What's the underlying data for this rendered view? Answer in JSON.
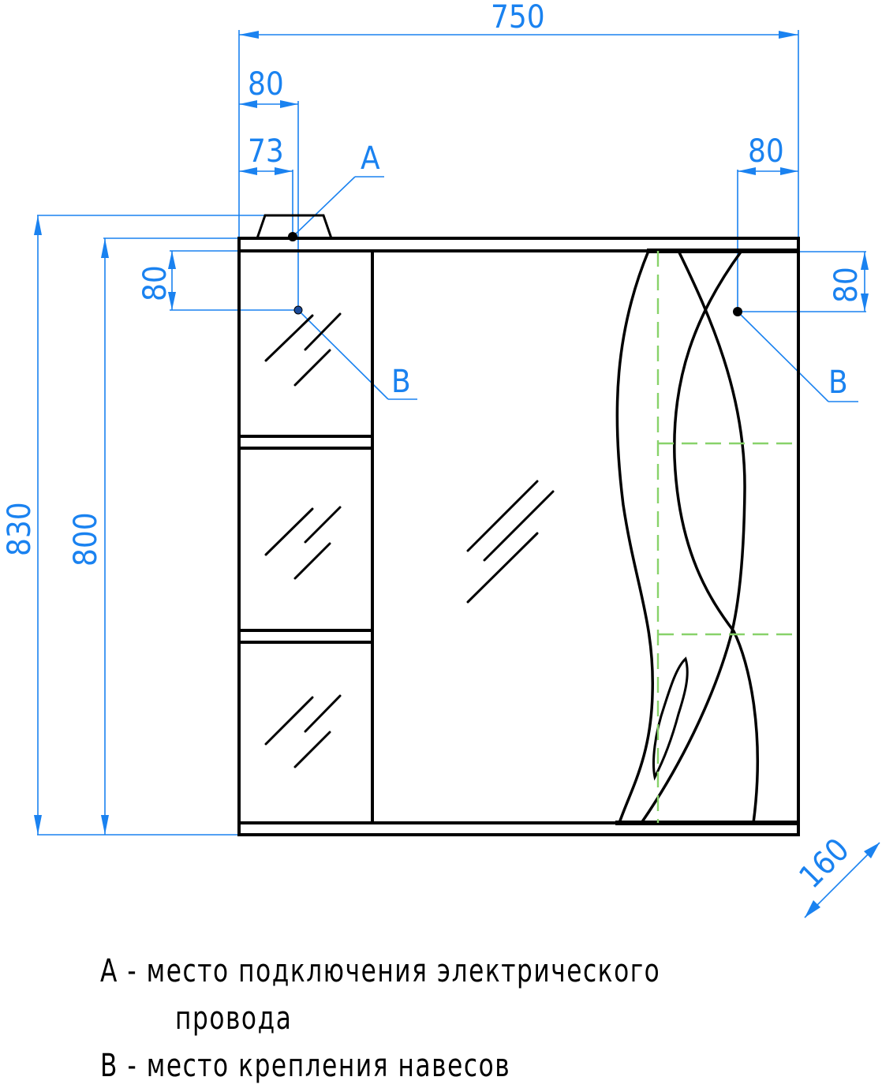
{
  "drawing": {
    "type": "technical-drawing",
    "subject": "bathroom mirror cabinet front view",
    "colors": {
      "dimension": "#1a82f0",
      "outline": "#000000",
      "hidden_line": "#88d26a",
      "background": "#ffffff"
    },
    "dimensions": {
      "overall_width": "750",
      "left_mount_offset": "80",
      "left_wire_offset": "73",
      "right_mount_offset": "80",
      "left_mount_drop": "80",
      "right_mount_drop": "80",
      "overall_height": "830",
      "body_height": "800",
      "depth": "160"
    },
    "callouts": {
      "wire_point": "A",
      "mount_left": "B",
      "mount_right": "B"
    }
  },
  "legend": {
    "a_line1": "A - место подключения электрического",
    "a_line2": "провода",
    "b_line": "B - место крепления навесов"
  }
}
